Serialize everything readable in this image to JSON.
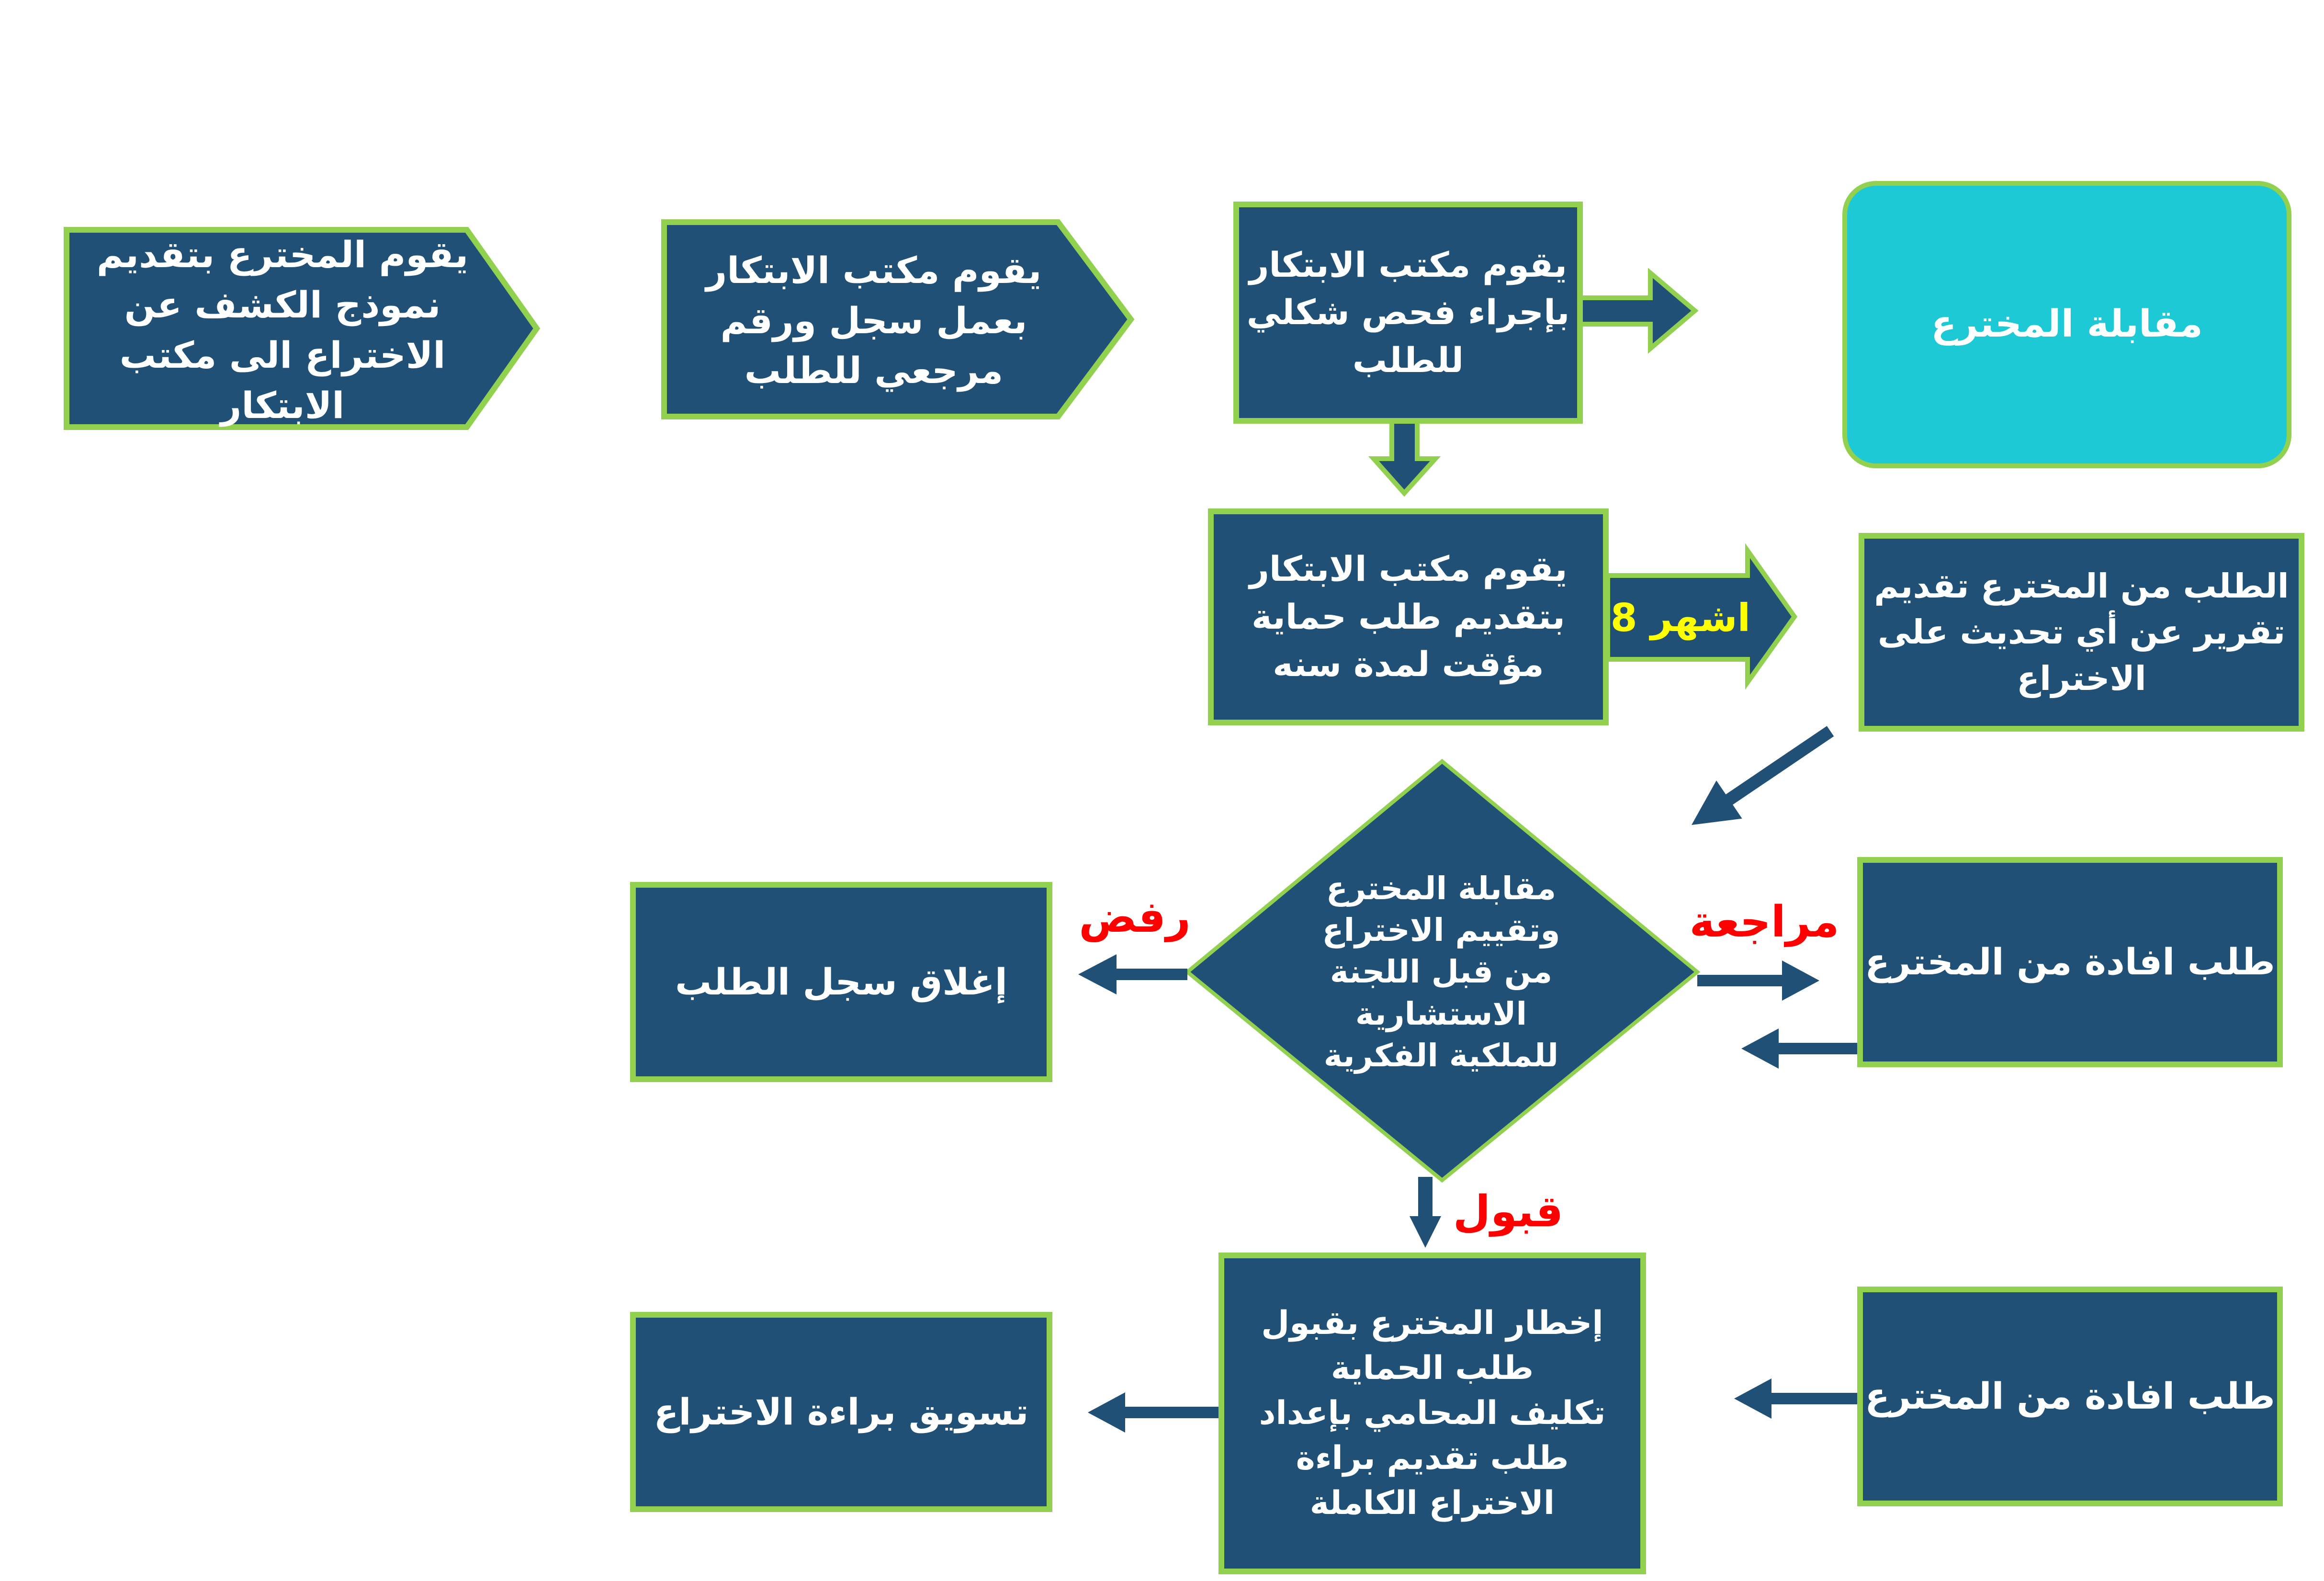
{
  "colors": {
    "node_fill": "#215077",
    "border_green": "#92D050",
    "cyan_fill": "#1EC9D6",
    "label_red": "#FF0000",
    "label_yellow": "#FFFF00",
    "text_white": "#FFFFFF",
    "background": "#FFFFFF"
  },
  "nodes": {
    "submit_disclosure": {
      "label": "يقوم المخترع بتقديم نموذج الكشف عن الاختراع الى مكتب الابتكار"
    },
    "register_request": {
      "label": "يقوم مكتب الابتكار بعمل سجل ورقم مرجعي للطلب"
    },
    "formal_examination": {
      "label": "يقوم مكتب الابتكار بإجراء فحص شكلي للطلب"
    },
    "inventor_interview": {
      "label": "مقابلة المخترع"
    },
    "provisional_protection": {
      "label": "يقوم مكتب الابتكار بتقديم طلب حماية مؤقت لمدة سنه"
    },
    "update_report_request": {
      "label": "الطلب من المخترع تقديم تقرير عن أي تحديث على الاختراع"
    },
    "committee_evaluation": {
      "label": "مقابلة المخترع وتقييم الاختراع من قبل اللجنة الاستشارية للملكية الفكرية"
    },
    "close_record": {
      "label": "إغلاق سجل الطلب"
    },
    "inventor_statement_review": {
      "label": "طلب افادة من المخترع"
    },
    "acceptance_notification": {
      "line1": "إخطار المخترع بقبول طلب الحماية",
      "line2": "تكليف المحامي بإعداد طلب تقديم براءة الاختراع الكاملة"
    },
    "patent_marketing": {
      "label": "تسويق براءة الاختراع"
    },
    "inventor_statement_final": {
      "label": "طلب افادة من المخترع"
    }
  },
  "edge_labels": {
    "eight_months": "اشهر 8",
    "reject": "رفض",
    "review": "مراجعة",
    "accept": "قبول"
  }
}
